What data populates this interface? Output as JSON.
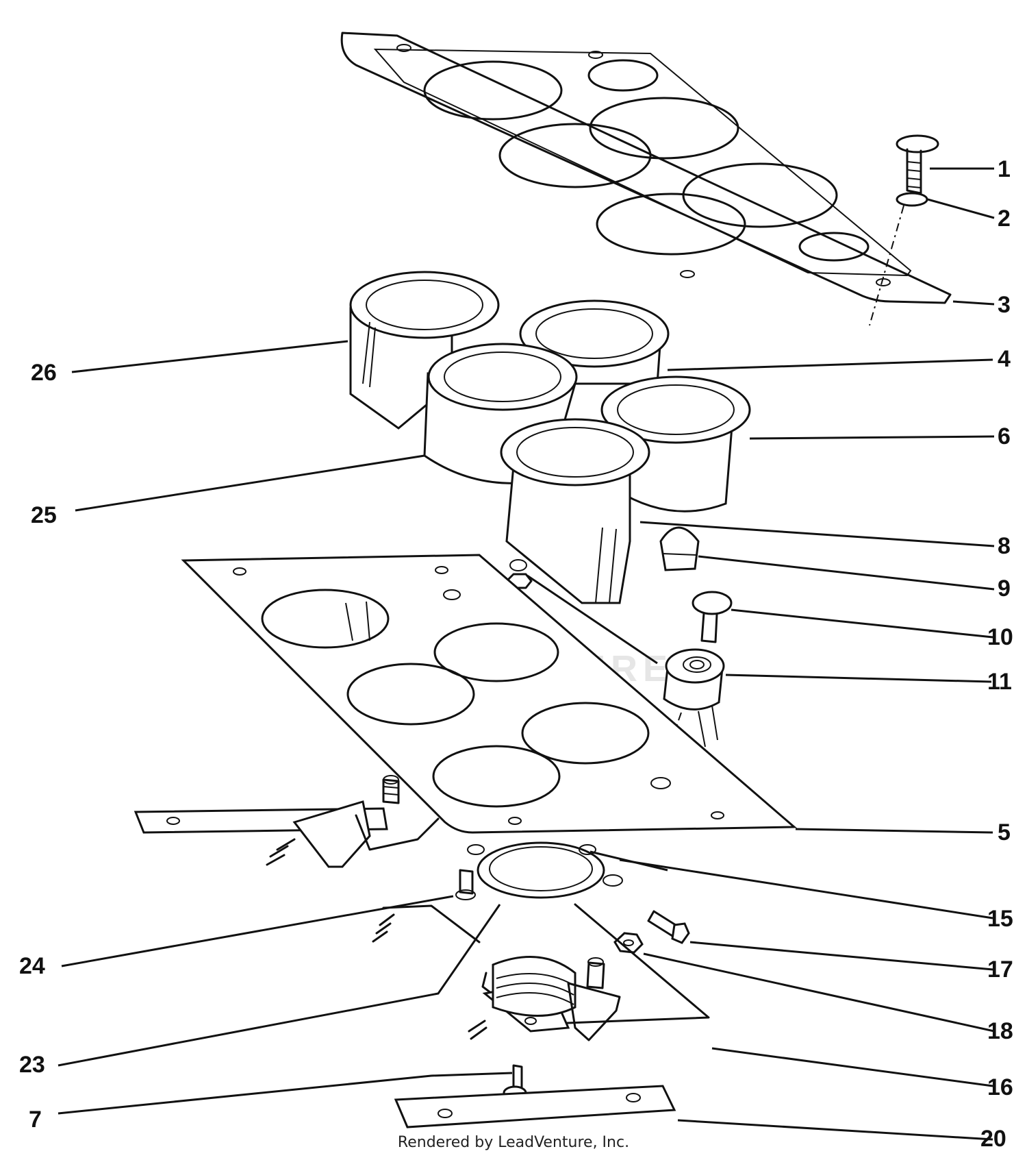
{
  "diagram": {
    "callouts": [
      {
        "id": "1",
        "label": "1"
      },
      {
        "id": "2",
        "label": "2"
      },
      {
        "id": "3",
        "label": "3"
      },
      {
        "id": "4",
        "label": "4"
      },
      {
        "id": "6",
        "label": "6"
      },
      {
        "id": "8",
        "label": "8"
      },
      {
        "id": "9",
        "label": "9"
      },
      {
        "id": "10",
        "label": "10"
      },
      {
        "id": "11",
        "label": "11"
      },
      {
        "id": "5",
        "label": "5"
      },
      {
        "id": "15",
        "label": "15"
      },
      {
        "id": "17",
        "label": "17"
      },
      {
        "id": "18",
        "label": "18"
      },
      {
        "id": "16",
        "label": "16"
      },
      {
        "id": "20",
        "label": "20"
      },
      {
        "id": "26",
        "label": "26"
      },
      {
        "id": "25",
        "label": "25"
      },
      {
        "id": "24",
        "label": "24"
      },
      {
        "id": "23",
        "label": "23"
      },
      {
        "id": "7",
        "label": "7"
      }
    ]
  },
  "watermark": "LEADVENTURE",
  "footer": "Rendered by LeadVenture, Inc."
}
